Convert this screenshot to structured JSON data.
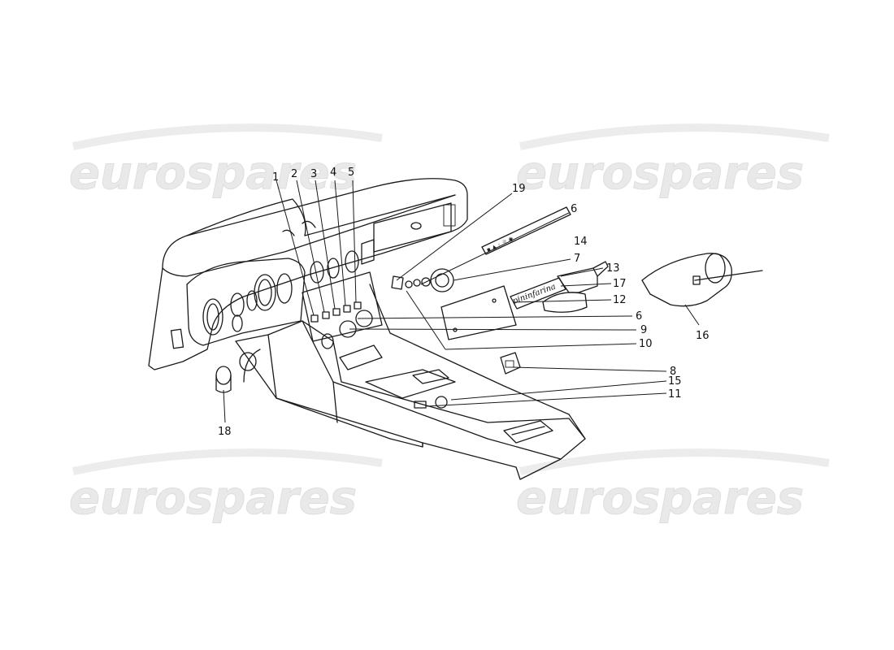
{
  "watermark": {
    "text": "eurospares"
  },
  "callouts": [
    {
      "id": "c1",
      "label": "1"
    },
    {
      "id": "c2",
      "label": "2"
    },
    {
      "id": "c3",
      "label": "3"
    },
    {
      "id": "c4",
      "label": "4"
    },
    {
      "id": "c5",
      "label": "5"
    },
    {
      "id": "c19",
      "label": "19"
    },
    {
      "id": "c6a",
      "label": "6"
    },
    {
      "id": "c14",
      "label": "14"
    },
    {
      "id": "c7",
      "label": "7"
    },
    {
      "id": "c13",
      "label": "13"
    },
    {
      "id": "c17",
      "label": "17"
    },
    {
      "id": "c12",
      "label": "12"
    },
    {
      "id": "c6b",
      "label": "6"
    },
    {
      "id": "c9",
      "label": "9"
    },
    {
      "id": "c10",
      "label": "10"
    },
    {
      "id": "c8",
      "label": "8"
    },
    {
      "id": "c15",
      "label": "15"
    },
    {
      "id": "c11",
      "label": "11"
    },
    {
      "id": "c16",
      "label": "16"
    },
    {
      "id": "c18",
      "label": "18"
    }
  ],
  "badge_text": "pininfarina"
}
